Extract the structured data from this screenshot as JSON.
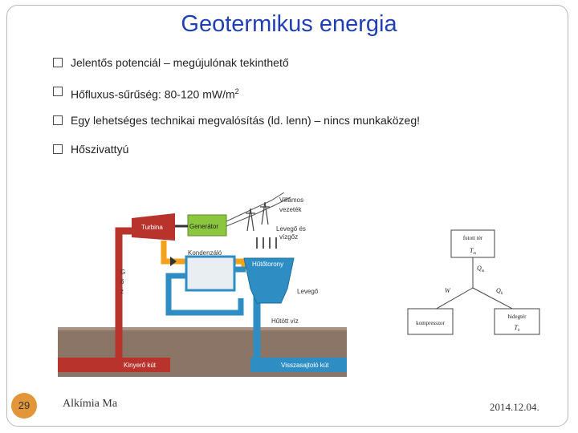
{
  "slide": {
    "title": "Geotermikus energia",
    "bullets": [
      {
        "text": "Jelentős potenciál – megújulónak tekinthető"
      },
      {
        "text": "Hőfluxus-sűrűség: 80-120 mW/m",
        "sup": "2"
      },
      {
        "text": "Egy lehetséges technikai megvalósítás (ld. lenn) – nincs munkaközeg!"
      },
      {
        "text": "Hőszivattyú"
      }
    ],
    "page_number": "29",
    "footer_left": "Alkímia Ma",
    "footer_right": "2014.12.04."
  },
  "diagram": {
    "labels": {
      "villamos": "Villamos",
      "vezetek": "vezeték",
      "turbina": "Turbina",
      "generator": "Generátor",
      "levego_es": "Levegő és",
      "vizgoz": "vízgőz",
      "kondenzalo": "Kondenzáló",
      "hutotorony": "Hűtőtorony",
      "goz_g": "G",
      "goz_o": "ő",
      "goz_z": "z",
      "levego": "Levegő",
      "hutott_viz": "Hűtött víz",
      "kinyero_kut": "Kinyerő kút",
      "visszasajtolo_kut": "Visszasajtoló kút"
    },
    "colors": {
      "pipe_red": "#b8332c",
      "pipe_blue": "#2e8ec4",
      "pipe_orange": "#f2a21b",
      "generator_green": "#8cc63f",
      "ground": "#8a7566"
    }
  },
  "cycle": {
    "hot_box_line1": "futott tér",
    "hot_box_var": "T",
    "hot_box_sub": "m",
    "compressor": "kompresszor",
    "cold_box_line1": "hidegtér",
    "cold_box_var": "T",
    "cold_box_sub": "h",
    "q_m": "Q",
    "q_m_sub": "m",
    "q_h": "Q",
    "q_h_sub": "h",
    "w": "W"
  }
}
